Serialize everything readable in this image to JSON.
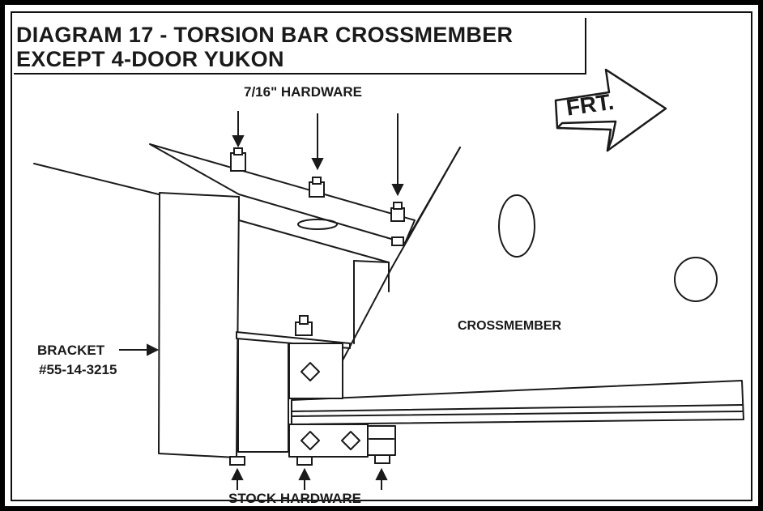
{
  "title": {
    "line1": "DIAGRAM 17 - TORSION BAR CROSSMEMBER",
    "line2": "EXCEPT 4-DOOR YUKON"
  },
  "labels": {
    "hardware_top": "7/16\" HARDWARE",
    "hardware_bottom": "STOCK HARDWARE",
    "bracket_line1": "BRACKET",
    "bracket_line2": "#55-14-3215",
    "crossmember": "CROSSMEMBER",
    "front": "FRT."
  },
  "icons": {
    "front_arrow": "front-direction-arrow-icon",
    "mounting_hole": "mounting-hole-icon",
    "bolt": "bolt-icon"
  },
  "colors": {
    "ink": "#1a1a1a",
    "paper": "#ffffff",
    "border": "#000000"
  }
}
